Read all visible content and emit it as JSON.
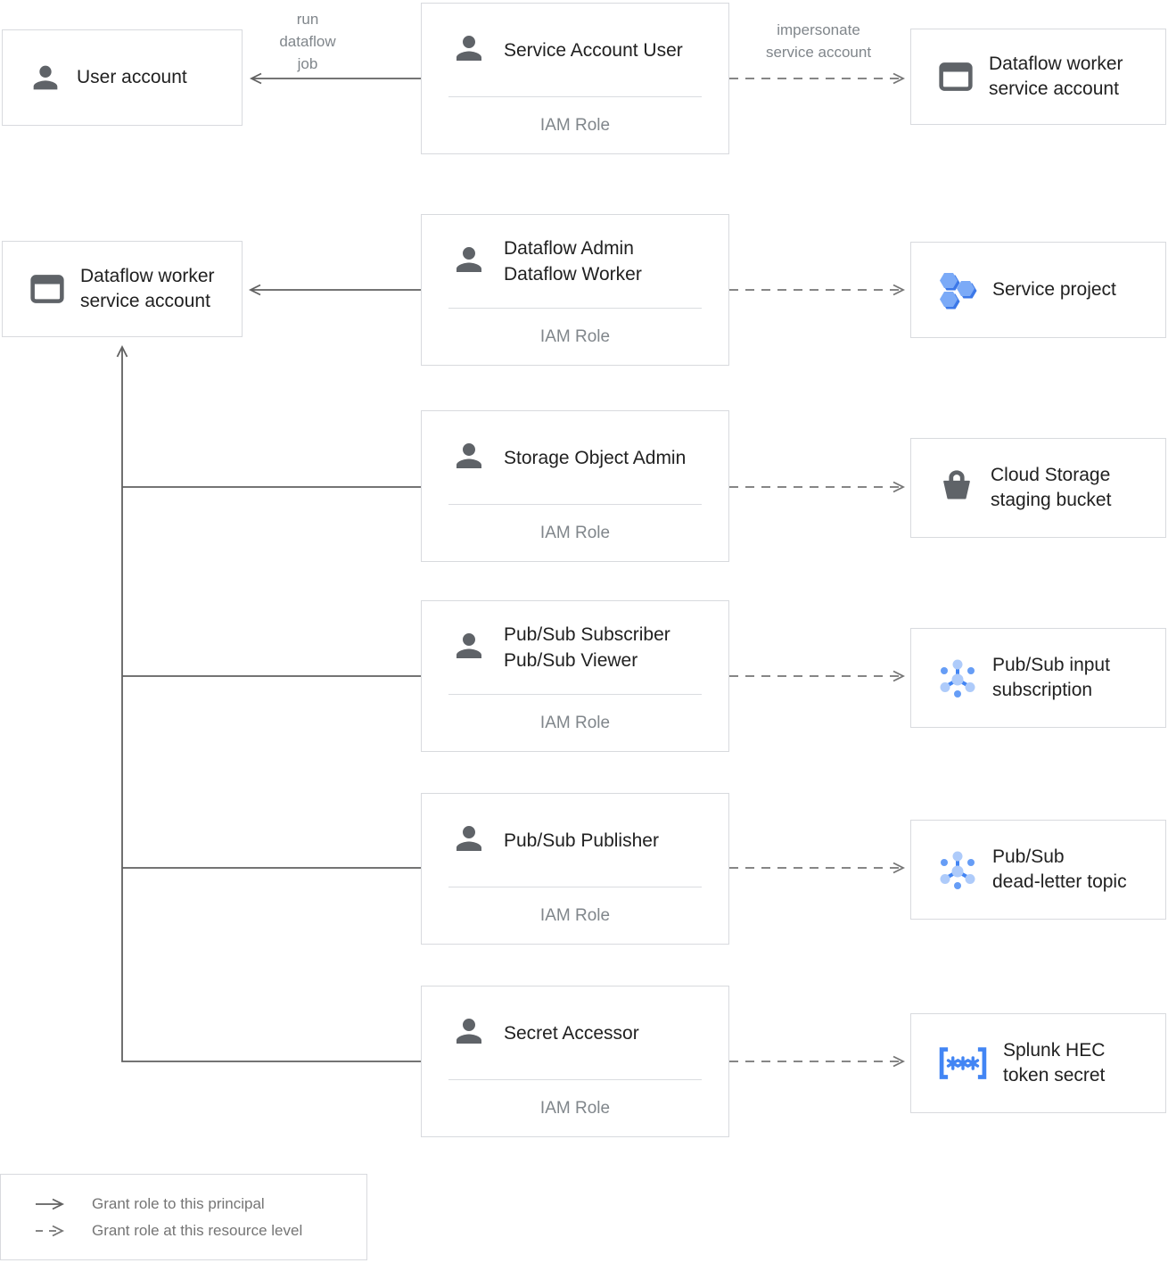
{
  "colors": {
    "box_border": "#d8dade",
    "title_text": "#212121",
    "muted_text": "#80868b",
    "icon_gray": "#5f6368",
    "blue": "#4285f4",
    "blue_light": "#aecbfa",
    "blue_mid": "#7baaf7",
    "blue_dark": "#3c78e8",
    "arrow_solid": "#616161",
    "arrow_dashed": "#757575"
  },
  "accounts": {
    "user_account": {
      "line1": "User account",
      "icon": "person-icon"
    },
    "dataflow_worker_sa_right": {
      "line1": "Dataflow worker",
      "line2": "service account",
      "icon": "service-account-card-icon"
    },
    "dataflow_worker_sa_left": {
      "line1": "Dataflow worker",
      "line2": "service account",
      "icon": "service-account-card-icon"
    }
  },
  "iam_roles": [
    {
      "id": "service-account-user",
      "icon": "person-icon",
      "lines": [
        "Service Account User"
      ],
      "sublabel": "IAM Role"
    },
    {
      "id": "dataflow-admin-worker",
      "icon": "person-icon",
      "lines": [
        "Dataflow Admin",
        "Dataflow Worker"
      ],
      "sublabel": "IAM Role"
    },
    {
      "id": "storage-object-admin",
      "icon": "person-icon",
      "lines": [
        "Storage Object Admin"
      ],
      "sublabel": "IAM Role"
    },
    {
      "id": "pubsub-subscriber-viewer",
      "icon": "person-icon",
      "lines": [
        "Pub/Sub Subscriber",
        "Pub/Sub Viewer"
      ],
      "sublabel": "IAM Role"
    },
    {
      "id": "pubsub-publisher",
      "icon": "person-icon",
      "lines": [
        "Pub/Sub Publisher"
      ],
      "sublabel": "IAM Role"
    },
    {
      "id": "secret-accessor",
      "icon": "person-icon",
      "lines": [
        "Secret Accessor"
      ],
      "sublabel": "IAM Role"
    }
  ],
  "resources": [
    {
      "id": "service-project",
      "icon": "project-hexagons-icon",
      "lines": [
        "Service project"
      ]
    },
    {
      "id": "cloud-storage-staging-bucket",
      "icon": "storage-bucket-icon",
      "lines": [
        "Cloud Storage",
        "staging bucket"
      ]
    },
    {
      "id": "pubsub-input-subscription",
      "icon": "pubsub-icon",
      "lines": [
        "Pub/Sub input",
        "subscription"
      ]
    },
    {
      "id": "pubsub-dead-letter-topic",
      "icon": "pubsub-icon",
      "lines": [
        "Pub/Sub",
        "dead-letter topic"
      ]
    },
    {
      "id": "splunk-hec-token-secret",
      "icon": "secret-brackets-icon",
      "lines": [
        "Splunk HEC",
        "token secret"
      ]
    }
  ],
  "edge_labels": {
    "run_dataflow_job": {
      "lines": [
        "run",
        "dataflow",
        "job"
      ]
    },
    "impersonate": {
      "lines": [
        "impersonate",
        "service account"
      ]
    }
  },
  "legend": {
    "solid_label": "Grant role to this principal",
    "dashed_label": "Grant role at this resource level"
  }
}
